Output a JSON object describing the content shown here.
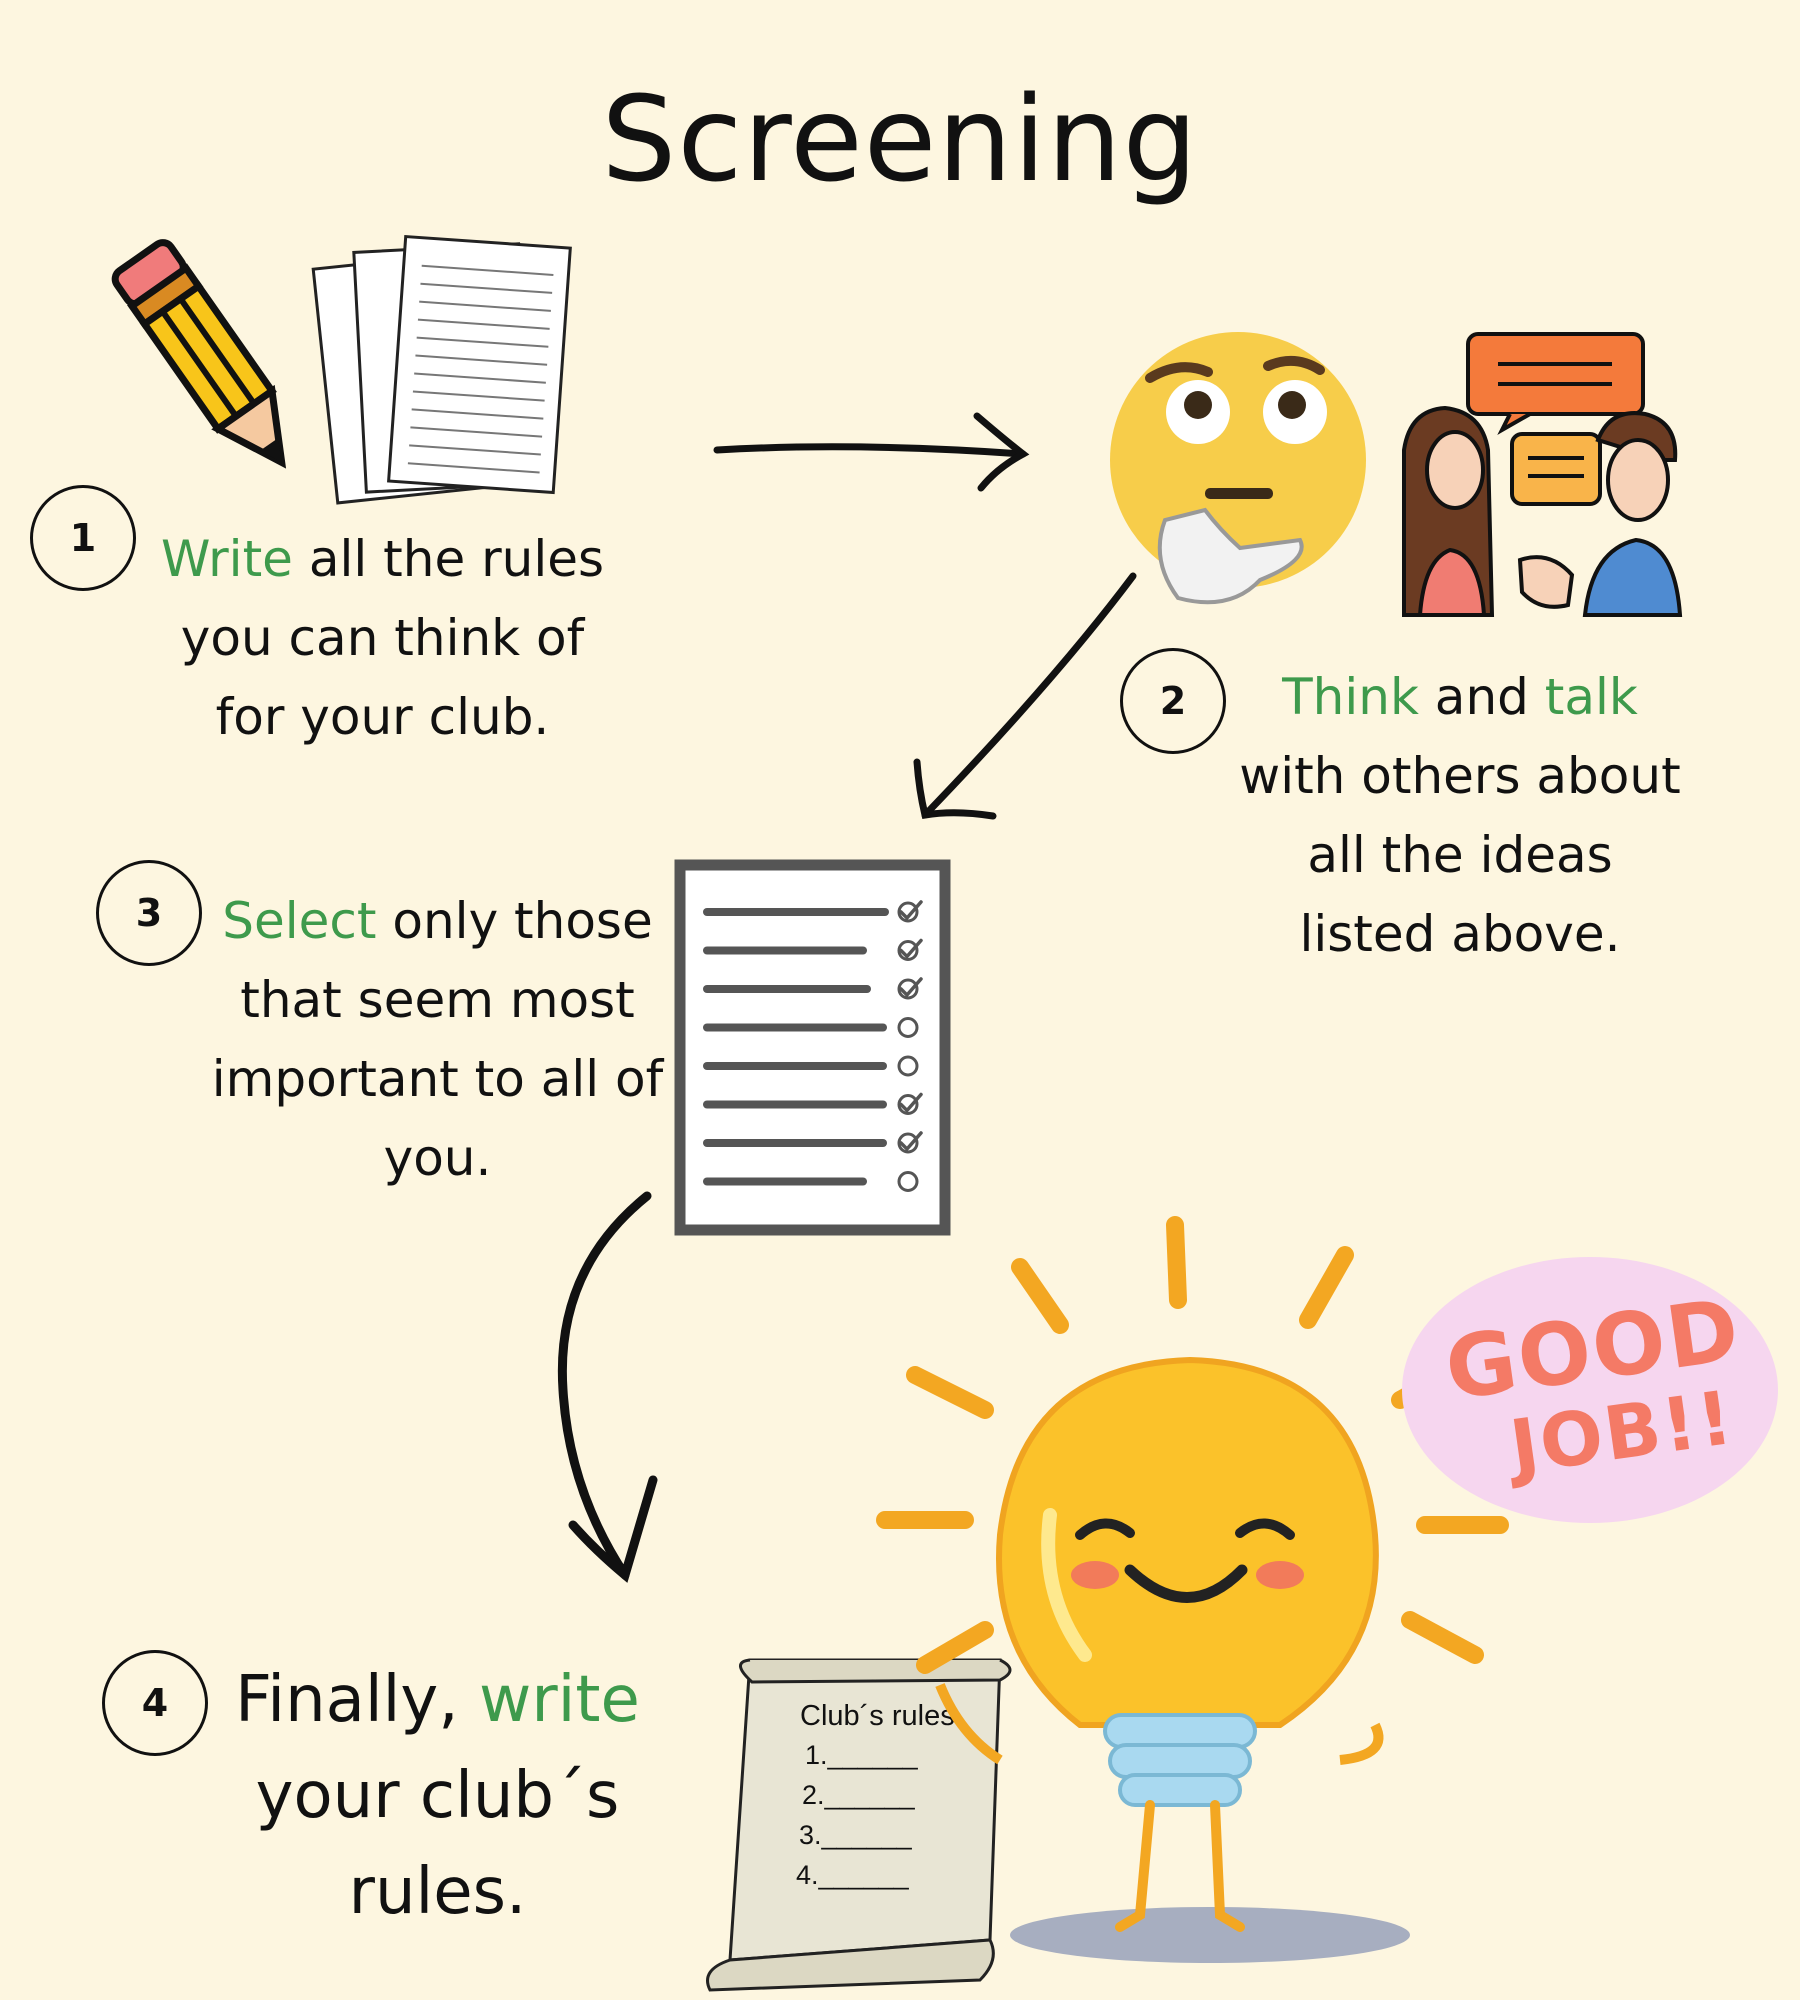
{
  "title": "Screening",
  "colors": {
    "background": "#fdf6e0",
    "highlight": "#3e9a4c",
    "text": "#111111"
  },
  "steps": [
    {
      "number": "1",
      "highlight": "Write",
      "rest": " all the rules",
      "lines": [
        "you can think of",
        "for your club."
      ]
    },
    {
      "number": "2",
      "highlight_a": "Think",
      "mid": " and ",
      "highlight_b": "talk",
      "lines": [
        "with others about",
        "all the ideas",
        "listed above."
      ]
    },
    {
      "number": "3",
      "highlight": "Select",
      "rest": " only those",
      "lines": [
        "that seem most",
        "important to all of",
        "you."
      ]
    },
    {
      "number": "4",
      "lead": "Finally, ",
      "highlight": "write",
      "lines": [
        "your club´s",
        "rules."
      ]
    }
  ],
  "scroll": {
    "title": "Club´s rules",
    "items": [
      "1.______",
      "2.______",
      "3.______",
      "4.______"
    ]
  },
  "good_job": {
    "line1": "GOOD",
    "line2": "JOB!!"
  },
  "checklist": {
    "states": [
      "checked",
      "checked",
      "checked",
      "empty",
      "empty",
      "checked",
      "checked",
      "empty"
    ]
  },
  "icons": [
    "pencil-icon",
    "papers-icon",
    "thinking-face-icon",
    "conversation-icon",
    "checklist-icon",
    "scroll-icon",
    "lightbulb-mascot-icon",
    "good-job-sticker"
  ]
}
